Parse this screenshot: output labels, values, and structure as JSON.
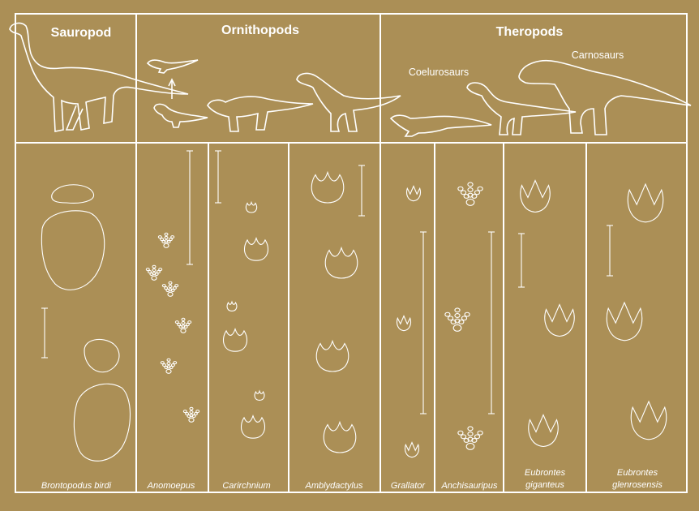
{
  "colors": {
    "background": "#ab8f56",
    "line": "#ffffff"
  },
  "groups": {
    "sauropod": "Sauropod",
    "ornithopods": "Ornithopods",
    "theropods": "Theropods"
  },
  "subgroups": {
    "coelurosaurs": "Coelurosaurs",
    "carnosaurs": "Carnosaurs"
  },
  "ichnotaxa": [
    {
      "name": "Brontopodus birdi"
    },
    {
      "name": "Anomoepus"
    },
    {
      "name": "Carirchnium"
    },
    {
      "name": "Amblydactylus"
    },
    {
      "name": "Grallator"
    },
    {
      "name": "Anchisauripus"
    },
    {
      "name": "Eubrontes",
      "name2": "giganteus"
    },
    {
      "name": "Eubrontes",
      "name2": "glenrosensis"
    }
  ]
}
